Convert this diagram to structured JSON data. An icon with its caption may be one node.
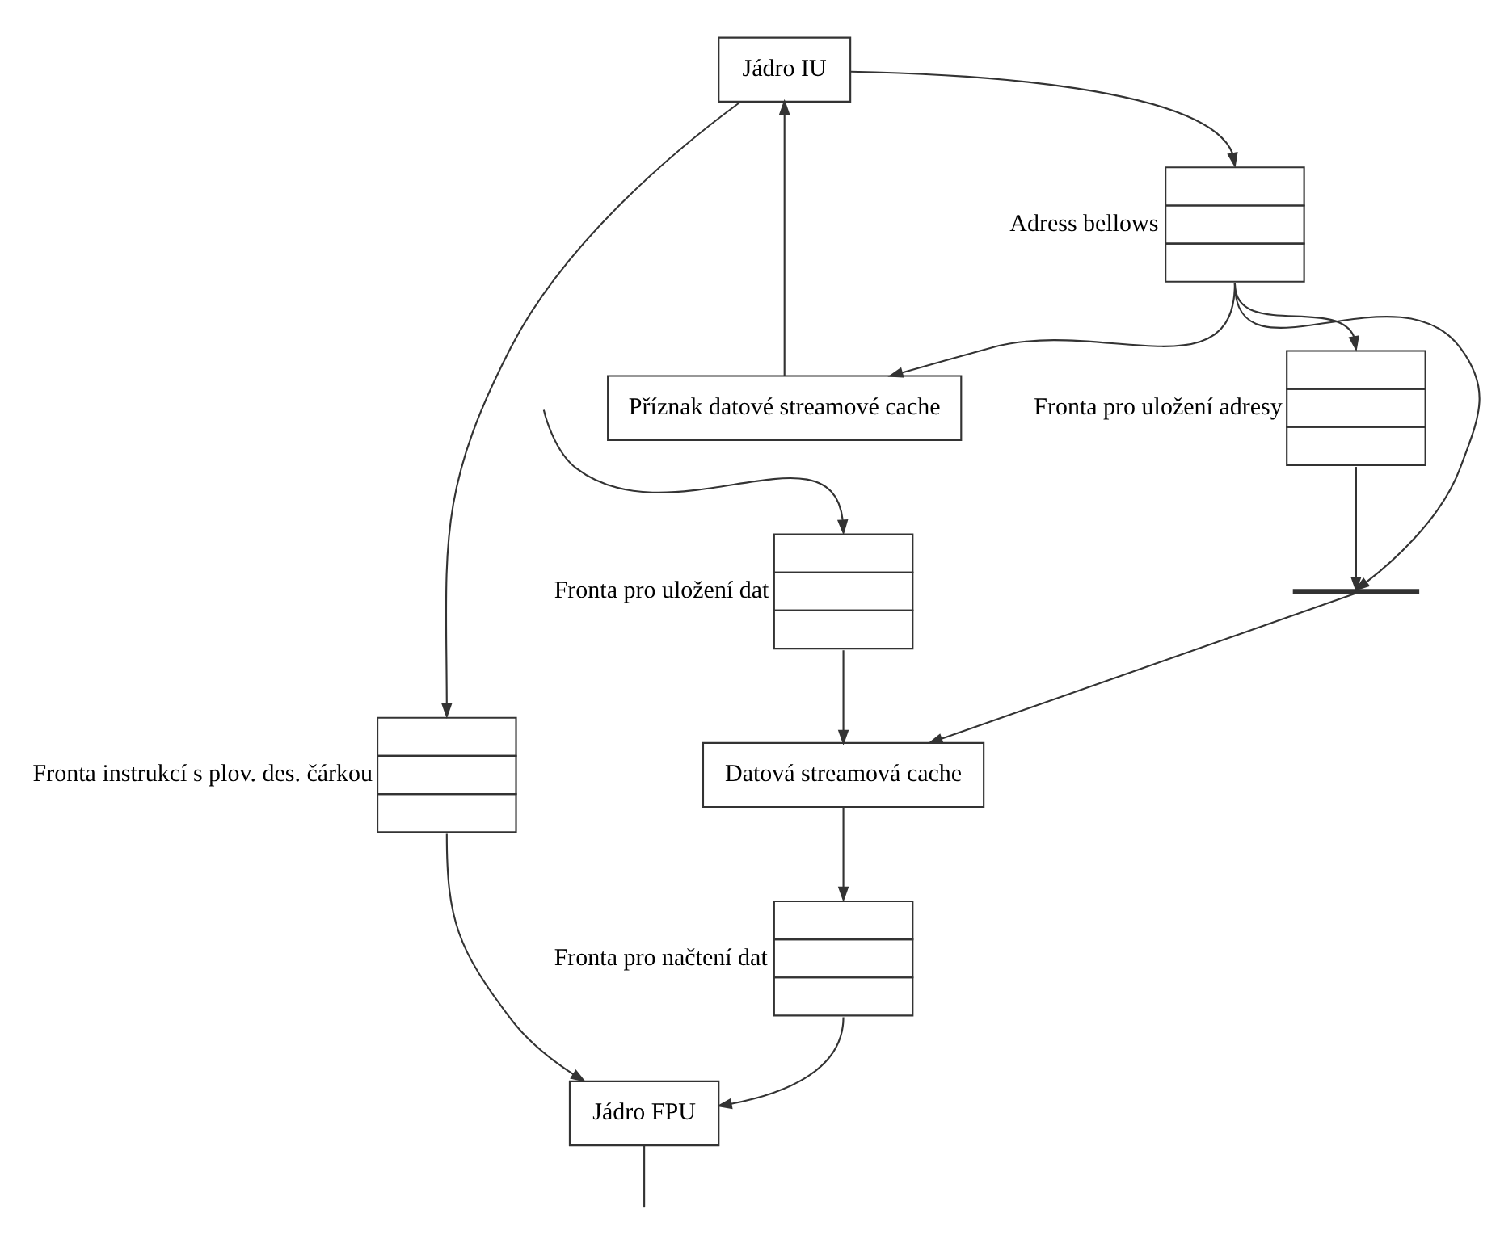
{
  "diagram": {
    "nodes": [
      {
        "text": [
          "Jádro IU"
        ]
      },
      {
        "text": [],
        "shape": "box",
        "beside": [
          "Adress bellows"
        ]
      },
      {
        "text": [],
        "shape": "box",
        "beside": [
          "Fronta pro uložení adresy"
        ]
      },
      {
        "text": [],
        "shape": "box",
        "beside": [
          "Fronta pro uložení dat"
        ]
      },
      {
        "text": [
          "Příznak datové streamové cache"
        ]
      },
      {
        "text": [],
        "shape": "bar"
      },
      {
        "text": [
          "Datová streamová cache"
        ]
      },
      {
        "text": [],
        "shape": "box",
        "beside": [
          "Fronta pro načtení dat"
        ]
      },
      {
        "text": [],
        "shape": "box",
        "beside": [
          "Fronta instrukcí s plov. des. čárkou"
        ]
      },
      {
        "text": [
          "Jádro FPU"
        ]
      }
    ],
    "edges": [
      {
        "from": 0,
        "to": 1,
        "arrow": "to"
      },
      {
        "from": 1,
        "to": 2,
        "arrow": "to"
      },
      {
        "from": 1,
        "to": 4,
        "arrow": "to"
      },
      {
        "from": 1,
        "to": 5,
        "arrow": "to"
      },
      {
        "from": 2,
        "to": 5,
        "arrow": "to"
      },
      {
        "from": 5,
        "to": 6,
        "arrow": "to"
      },
      {
        "from": 3,
        "to": 6,
        "arrow": "to"
      },
      {
        "from": 4,
        "to": 0,
        "arrow": "to"
      },
      {
        "from": 6,
        "to": 7,
        "arrow": "to"
      },
      {
        "from": 7,
        "to": 9,
        "arrow": "to"
      },
      {
        "from": 0,
        "to": 8,
        "arrow": "to"
      },
      {
        "from": 8,
        "to": 9,
        "arrow": "to"
      },
      {
        "from": null,
        "to": 3,
        "arrow": "to"
      },
      {
        "from": 9,
        "to": null,
        "arrow": "none"
      }
    ]
  }
}
